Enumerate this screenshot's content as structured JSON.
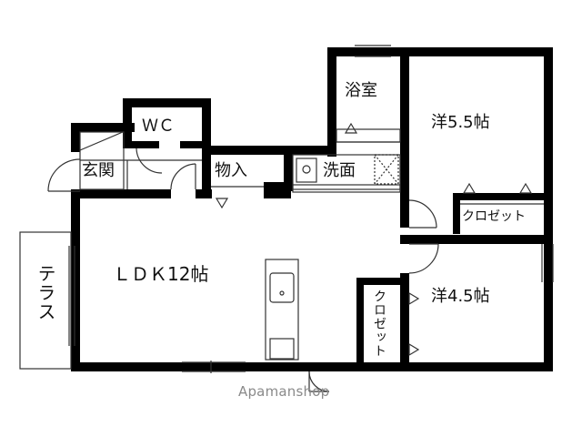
{
  "rooms": {
    "bath": "浴室",
    "wc": "ＷＣ",
    "western_55": "洋5.5帖",
    "entrance": "玄関",
    "storage": "物入",
    "washroom": "洗面",
    "closet_top": "クロゼット",
    "ldk": "ＬＤＫ12帖",
    "terrace": "テラス",
    "closet_side": "クロゼット",
    "western_45": "洋4.5帖"
  },
  "watermark": "Apamanshop",
  "colors": {
    "wall": "#000000",
    "thin": "#333333",
    "watermark": "#8a8a8a"
  }
}
